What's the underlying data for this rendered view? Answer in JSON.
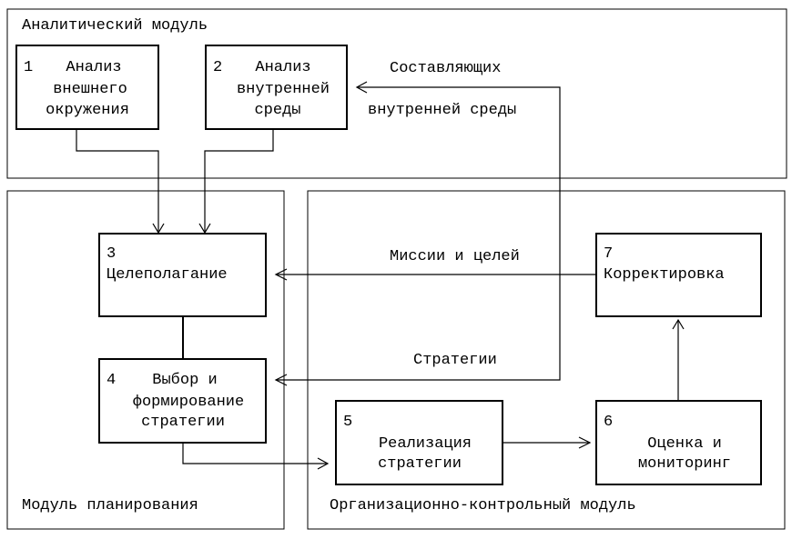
{
  "modules": {
    "analytical": "Аналитический модуль",
    "planning": "Модуль планирования",
    "org_control": "Организационно-контрольный модуль"
  },
  "boxes": {
    "b1": {
      "num": "1",
      "lines": [
        "Анализ",
        "внешнего",
        "окружения"
      ]
    },
    "b2": {
      "num": "2",
      "lines": [
        "Анализ",
        "внутренней",
        "среды"
      ]
    },
    "b3": {
      "num": "3",
      "lines": [
        "Целеполагание"
      ]
    },
    "b4": {
      "num": "4",
      "lines": [
        "Выбор и",
        "формирование",
        "стратегии"
      ]
    },
    "b5": {
      "num": "5",
      "lines": [
        "Реализация",
        "стратегии"
      ]
    },
    "b6": {
      "num": "6",
      "lines": [
        "Оценка и",
        "мониторинг"
      ]
    },
    "b7": {
      "num": "7",
      "lines": [
        "Корректировка"
      ]
    }
  },
  "edge_labels": {
    "components_line1": "Составляющих",
    "components_line2": "внутренней среды",
    "missions": "Миссии и целей",
    "strategies": "Стратегии"
  }
}
